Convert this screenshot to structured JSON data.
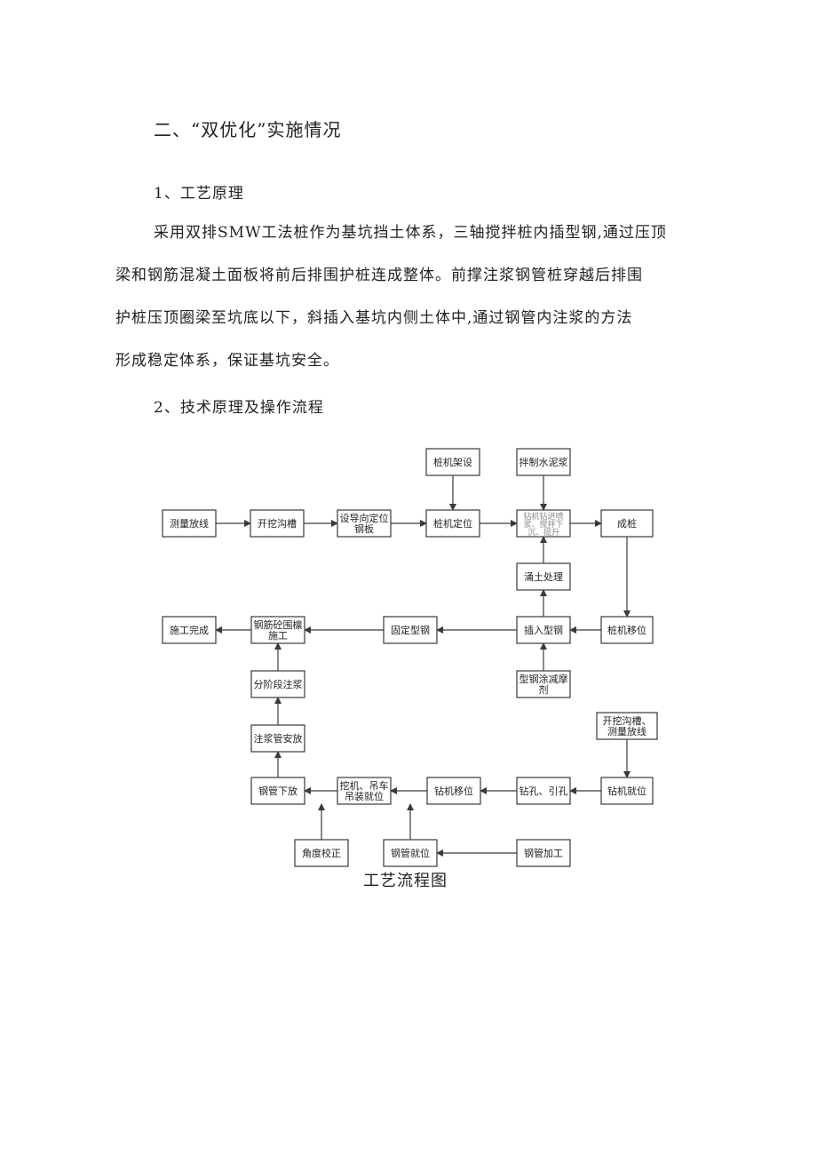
{
  "document": {
    "heading": "二、“双优化”实施情况",
    "section1_title": "1、工艺原理",
    "section1_lines": [
      "采用双排SMW工法桩作为基坑挡土体系，三轴搅拌桩内插型钢,通过压顶",
      "梁和钢筋混凝土面板将前后排围护桩连成整体。前撑注浆钢管桩穿越后排围",
      "护桩压顶圈梁至坑底以下，斜插入基坑内侧土体中,通过钢管内注浆的方法",
      "形成稳定体系，保证基坑安全。"
    ],
    "section2_title": "2、技术原理及操作流程",
    "caption": "工艺流程图"
  },
  "flowchart": {
    "nodes": [
      {
        "id": "measure",
        "label": [
          "测量放线"
        ]
      },
      {
        "id": "dig-trench",
        "label": [
          "开挖沟槽"
        ]
      },
      {
        "id": "guide-plate",
        "label": [
          "设导向定位",
          "钢板"
        ]
      },
      {
        "id": "pile-locate",
        "label": [
          "桩机定位"
        ]
      },
      {
        "id": "pile-erect",
        "label": [
          "桩机架设"
        ]
      },
      {
        "id": "mix-cement",
        "label": [
          "拌制水泥浆"
        ]
      },
      {
        "id": "drill-mix",
        "label": [
          "钻机钻进喷",
          "浆、搅拌下",
          "沉、提升"
        ]
      },
      {
        "id": "pile-done",
        "label": [
          "成桩"
        ]
      },
      {
        "id": "soil-process",
        "label": [
          "涌土处理"
        ]
      },
      {
        "id": "insert-steel",
        "label": [
          "插入型钢"
        ]
      },
      {
        "id": "pile-move",
        "label": [
          "桩机移位"
        ]
      },
      {
        "id": "fix-steel",
        "label": [
          "固定型钢"
        ]
      },
      {
        "id": "rebar-beam",
        "label": [
          "钢筋砼围檩",
          "施工"
        ]
      },
      {
        "id": "finish",
        "label": [
          "施工完成"
        ]
      },
      {
        "id": "coat-steel",
        "label": [
          "型钢涂减摩",
          "剂"
        ]
      },
      {
        "id": "staged-grout",
        "label": [
          "分阶段注浆"
        ]
      },
      {
        "id": "grout-pipe",
        "label": [
          "注浆管安放"
        ]
      },
      {
        "id": "pipe-lower",
        "label": [
          "钢管下放"
        ]
      },
      {
        "id": "crane-place",
        "label": [
          "挖机、吊车",
          "吊装就位"
        ]
      },
      {
        "id": "drill-move",
        "label": [
          "钻机移位"
        ]
      },
      {
        "id": "drill-hole",
        "label": [
          "钻孔、引孔"
        ]
      },
      {
        "id": "drill-ready",
        "label": [
          "钻机就位"
        ]
      },
      {
        "id": "dig-measure",
        "label": [
          "开挖沟槽、",
          "测量放线"
        ]
      },
      {
        "id": "angle-correct",
        "label": [
          "角度校正"
        ]
      },
      {
        "id": "pipe-ready",
        "label": [
          "钢管就位"
        ]
      },
      {
        "id": "pipe-process",
        "label": [
          "钢管加工"
        ]
      }
    ]
  }
}
